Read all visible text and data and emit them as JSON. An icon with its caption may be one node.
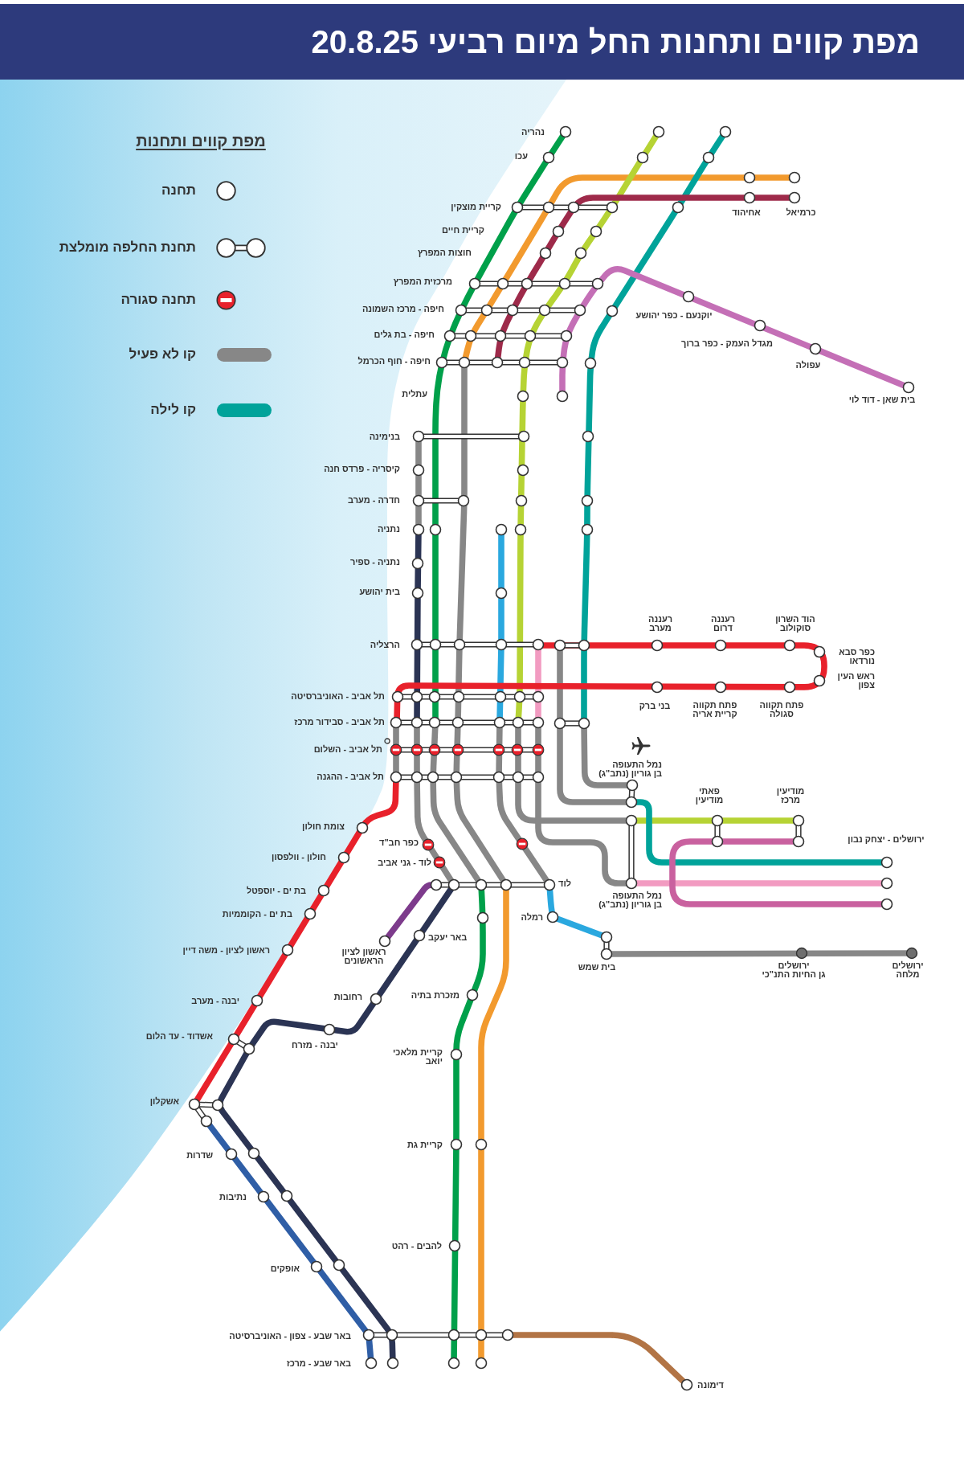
{
  "diagram": {
    "title": "מפת קווים ותחנות החל מיום רביעי 20.8.25",
    "labels": [
      "מפת קווים ותחנות",
      "נהריה",
      "עכו",
      "קריית מוצקין",
      "אחיהוד",
      "כרמיאל",
      "קריית חיים",
      "חוצות המפרץ",
      "מרכזית המפרץ",
      "חיפה - מרכז השמונה",
      "יוקנעם - כפר יהושע",
      "חיפה - בת גלים",
      "מגדל העמק - כפר ברוך",
      "חיפה - חוף הכרמל",
      "עפולה",
      "עתלית",
      "בית שאן - דוד לוי",
      "בנימינה",
      "קיסריה - פרדס חנה",
      "חדרה - מערב",
      "נתניה",
      "נתניה - ספיר",
      "בית יהושע",
      "רעננה מערב",
      "רעננה דרום",
      "הוד השרון סוקולוב",
      "הרצליה",
      "כפר סבא נורדאו",
      "ראש העין צפון",
      "תל אביב - האוניברסיטה",
      "בני ברק",
      "פתח תקווה קריית אריה",
      "פתח תקווה סגולה",
      "תל אביב - סבידור מרכז",
      "תל אביב - השלום",
      "תל אביב - ההגנה",
      "נמל התעופה בן גוריון (נתב\"ג)",
      "פאתי מודיעין",
      "מודיעין מרכז",
      "צומת חולון",
      "כפר חב\"ד",
      "ירושלים - יצחק נבון",
      "חולון - וולפסון",
      "לוד - גני אביב",
      "בת ים - יוספטל",
      "לוד",
      "נמל התעופה בן גוריון (נתב\"ג)",
      "בת ים - הקוממיות",
      "רמלה",
      "באר יעקב",
      "ראשון לציון - משה דיין",
      "ראשון לציון הראשונים",
      "בית שמש",
      "ירושלים גן החיות התנ\"כי",
      "ירושלים מלחה",
      "יבנה - מערב",
      "רחובות",
      "מזכרת בתיה",
      "אשדוד - עד הלום",
      "יבנה - מזרח",
      "קריית מלאכי יואב",
      "אשקלון",
      "קריית גת",
      "שדרות",
      "נתיבות",
      "להבים - רהט",
      "אופקים",
      "באר שבע - צפון - האוניברסיטה",
      "באר שבע - מרכז",
      "דימונה"
    ],
    "legend": [
      {
        "text": "תחנה"
      },
      {
        "text": "תחנת החלפה מומלצת"
      },
      {
        "text": "תחנה סגורה"
      },
      {
        "text": "קו לא פעיל",
        "color": "#878787"
      },
      {
        "text": "קו לילה",
        "color": "#00a39a"
      }
    ]
  }
}
